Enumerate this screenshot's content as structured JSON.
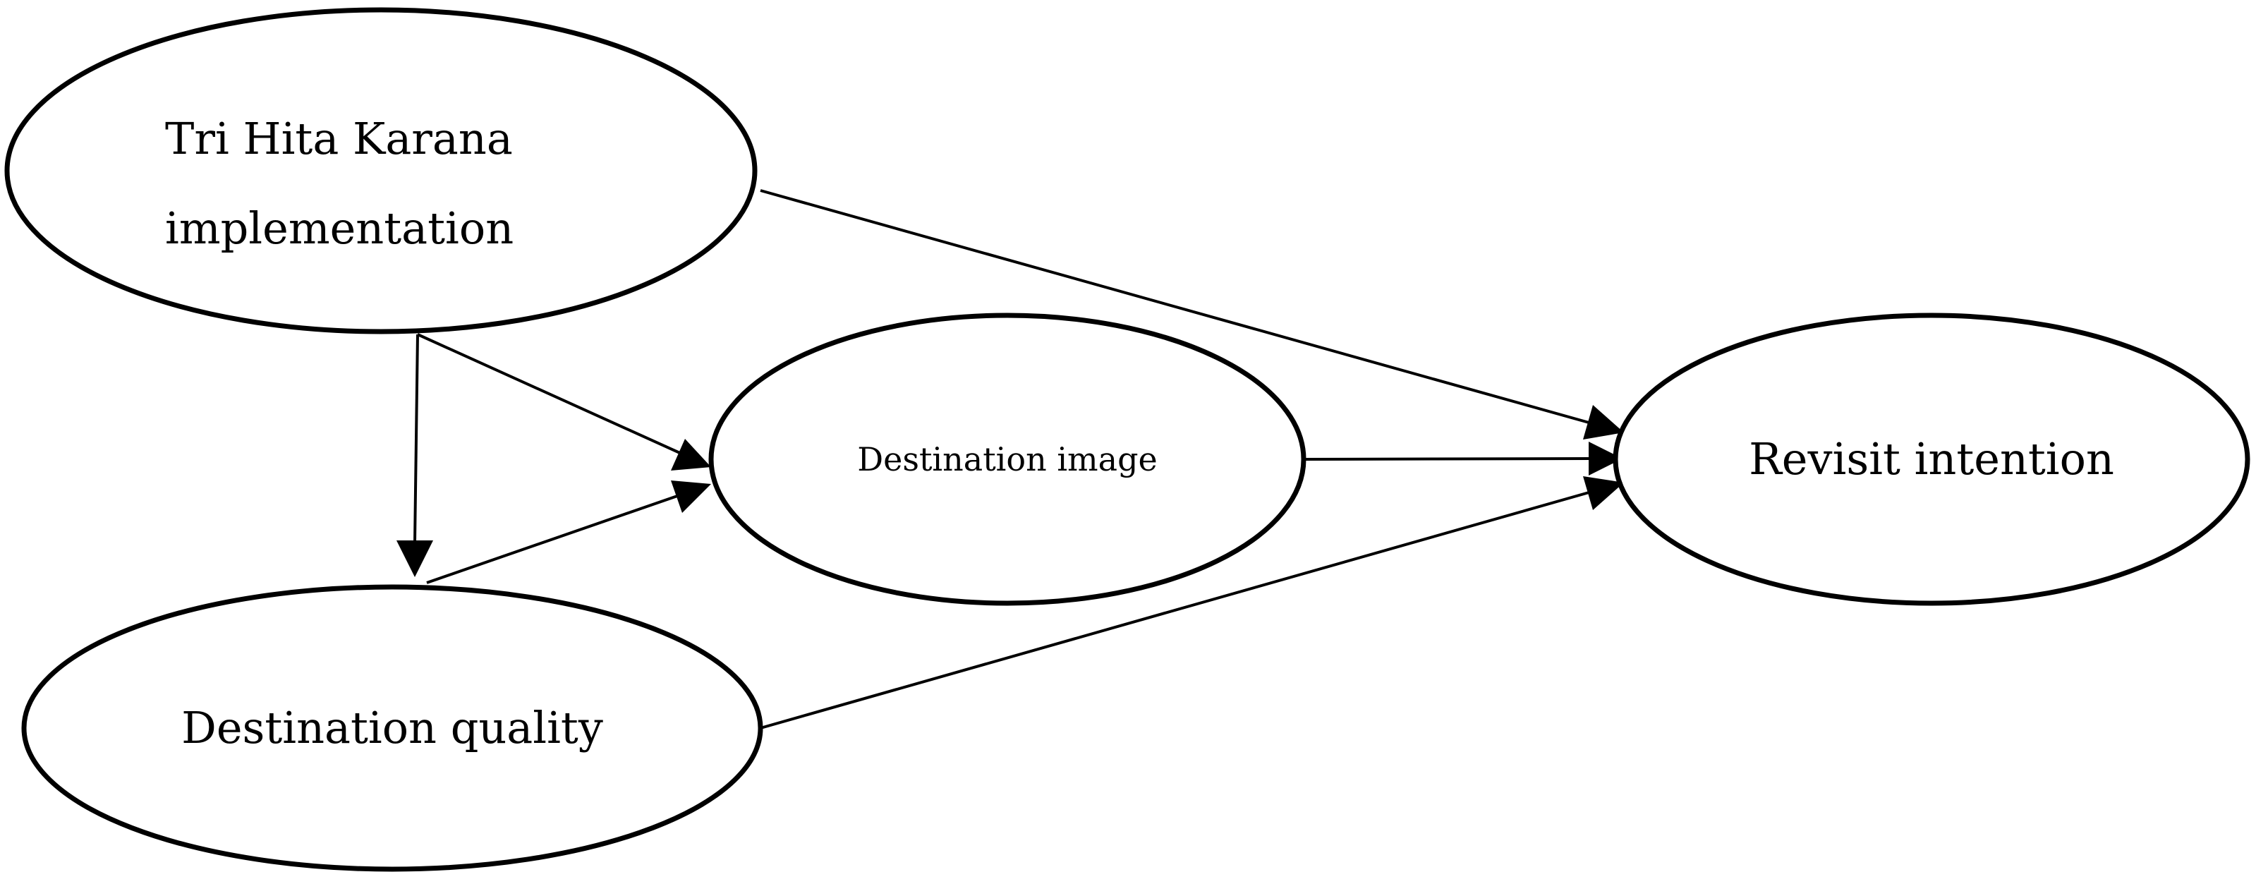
{
  "nodes": {
    "thk": {
      "label_lines": [
        "Tri Hita Karana",
        "implementation"
      ]
    },
    "image": {
      "label": "Destination image"
    },
    "quality": {
      "label": "Destination quality"
    },
    "revisit": {
      "label": "Revisit intention"
    }
  },
  "edges": [
    {
      "from": "thk",
      "to": "quality"
    },
    {
      "from": "thk",
      "to": "image"
    },
    {
      "from": "quality",
      "to": "image"
    },
    {
      "from": "image",
      "to": "revisit"
    },
    {
      "from": "thk",
      "to": "revisit"
    },
    {
      "from": "quality",
      "to": "revisit"
    }
  ],
  "colors": {
    "stroke": "#000000",
    "fill": "#ffffff",
    "text": "#000000"
  }
}
